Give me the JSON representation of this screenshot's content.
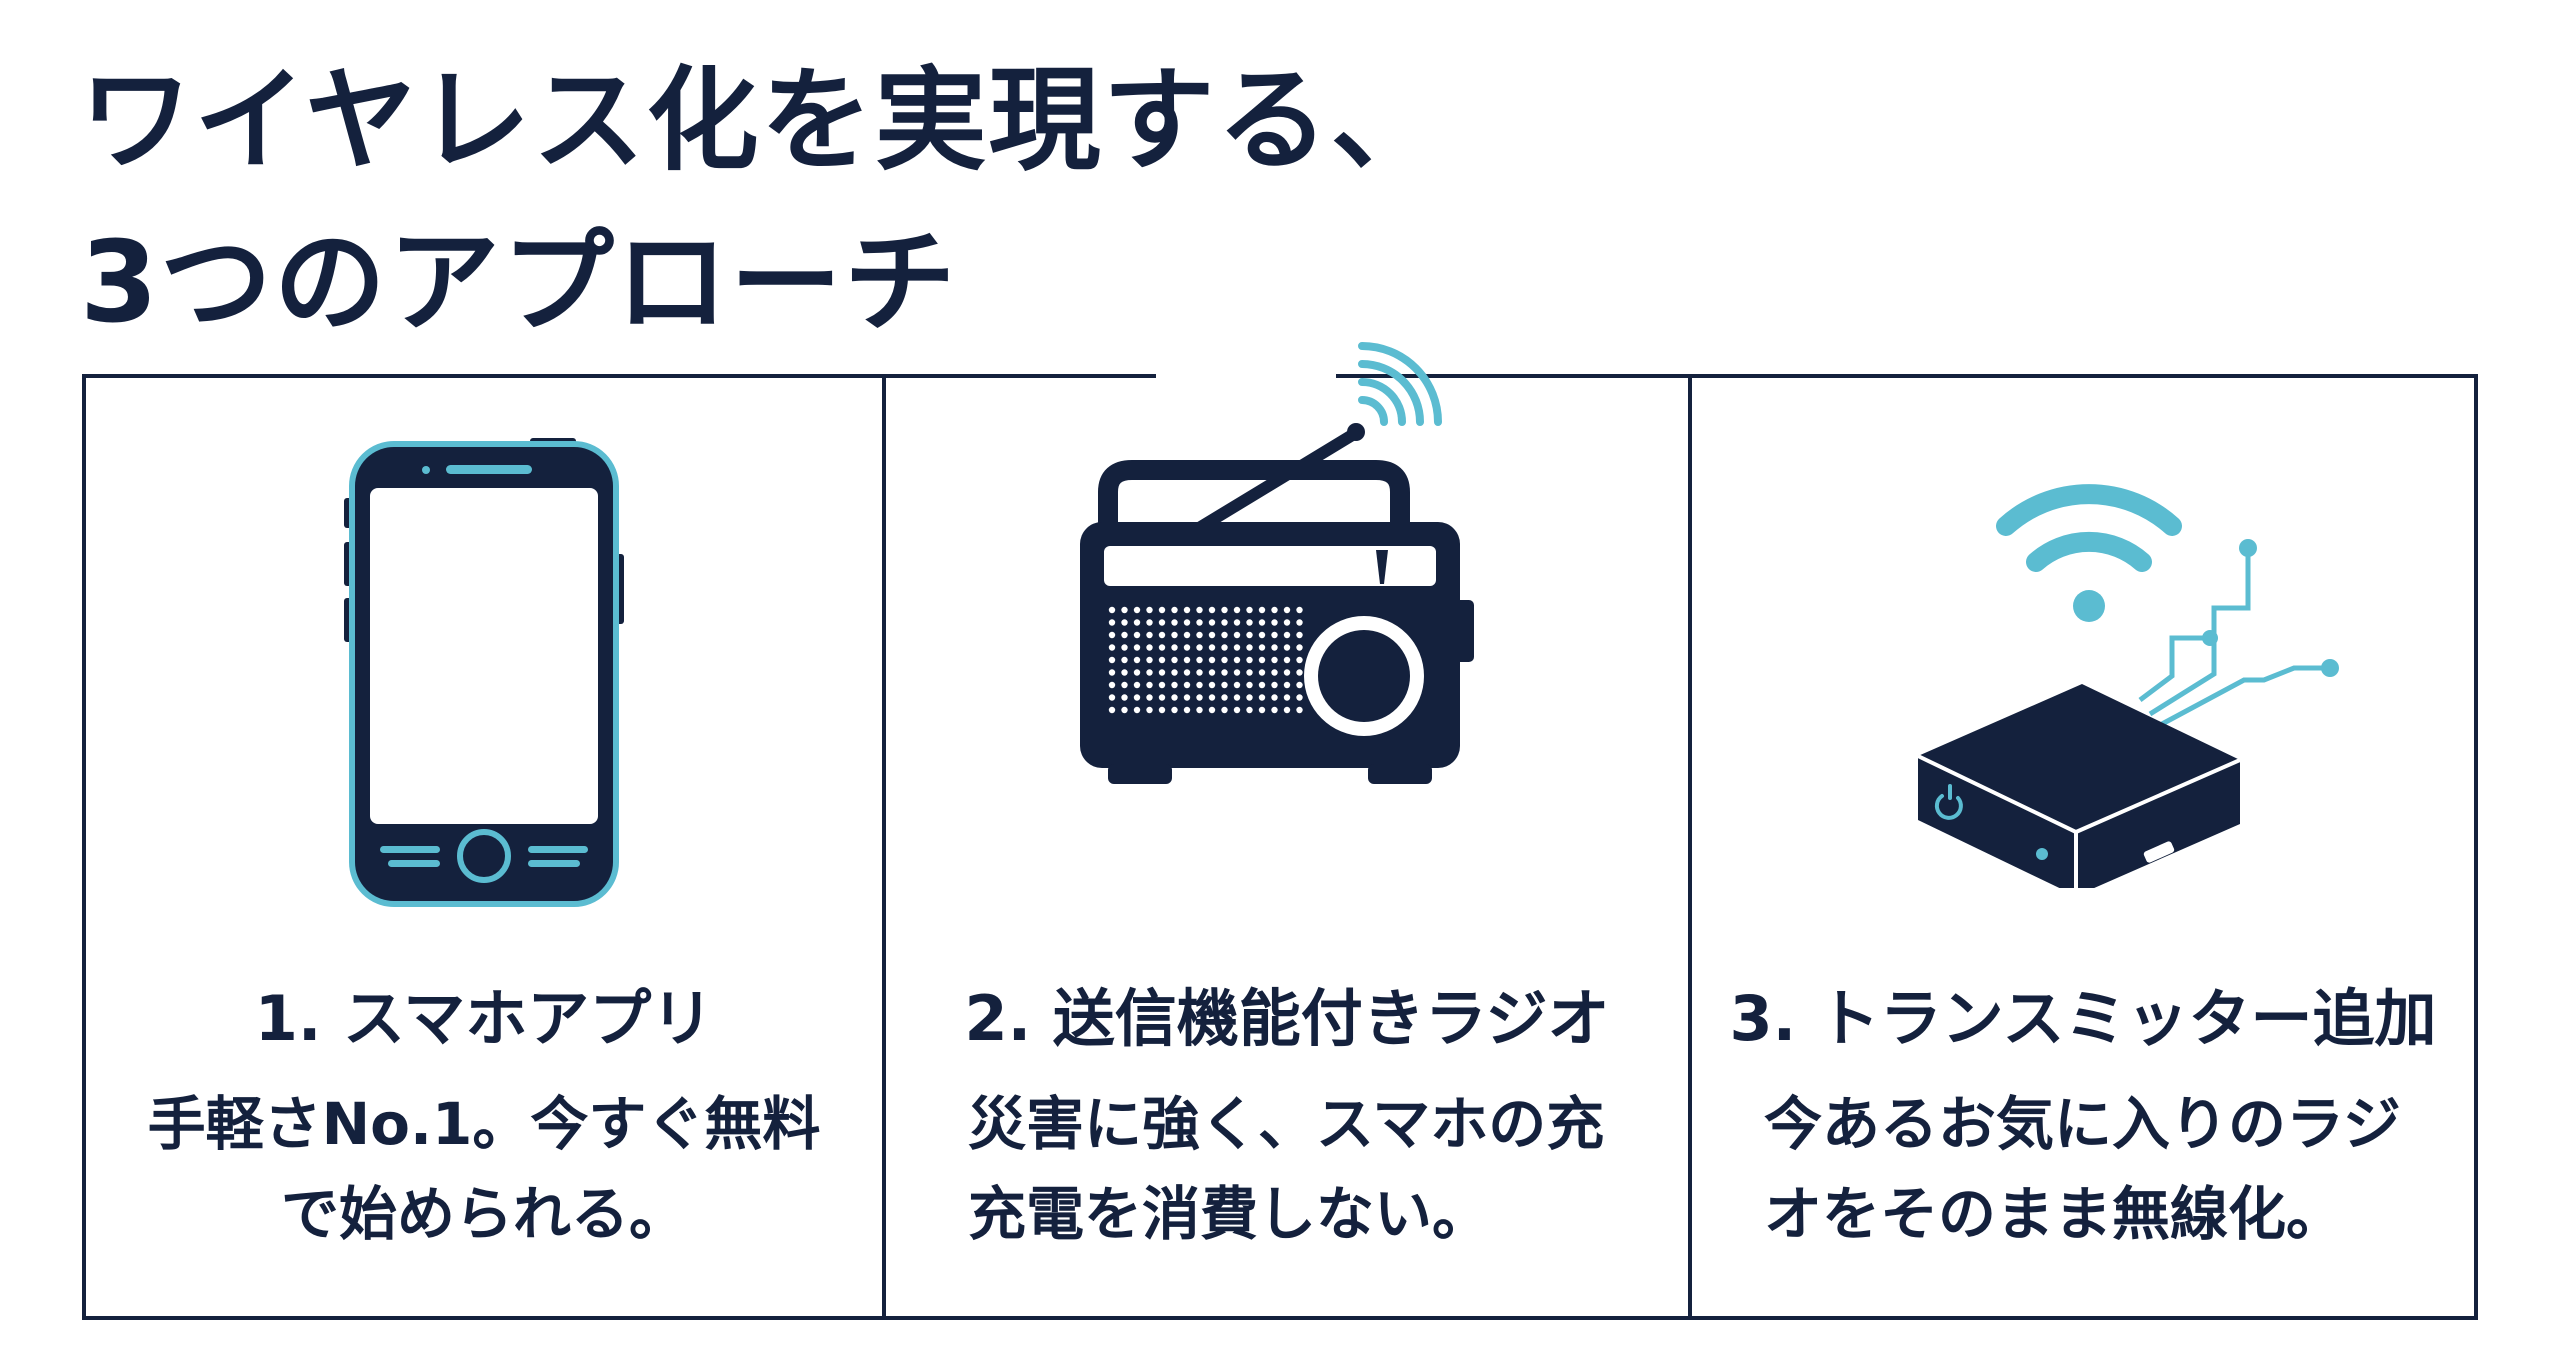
{
  "title": {
    "line1": "ワイヤレス化を実現する、",
    "line2": "3つのアプローチ"
  },
  "colors": {
    "navy": "#14213d",
    "accent": "#5bbcd1",
    "background": "#ffffff"
  },
  "cards": [
    {
      "icon": "smartphone-icon",
      "title": "1. スマホアプリ",
      "desc_line1": "手軽さNo.1。今すぐ無料",
      "desc_line2": "で始められる。"
    },
    {
      "icon": "radio-icon",
      "title": "2. 送信機能付きラジオ",
      "desc_line1": "災害に強く、スマホの充",
      "desc_line2": "充電を消費しない。"
    },
    {
      "icon": "transmitter-icon",
      "title": "3. トランスミッター追加",
      "desc_line1": "今あるお気に入りのラジ",
      "desc_line2": "オをそのまま無線化。"
    }
  ]
}
